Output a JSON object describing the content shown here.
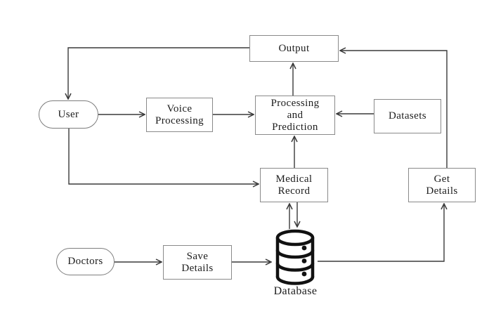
{
  "diagram": {
    "type": "flowchart",
    "colors": {
      "background": "#ffffff",
      "line": "#3a3a3a",
      "box_border": "#8a8a8a",
      "oval_border": "#7d7d7d",
      "text": "#1c1c1c",
      "database_icon": "#111111"
    },
    "nodes": {
      "output": {
        "label": "Output"
      },
      "user": {
        "label": "User"
      },
      "voice_processing": {
        "lines": [
          "Voice",
          "Processing"
        ]
      },
      "processing_prediction": {
        "lines": [
          "Processing",
          "and",
          "Prediction"
        ]
      },
      "datasets": {
        "label": "Datasets"
      },
      "medical_record": {
        "lines": [
          "Medical",
          "Record"
        ]
      },
      "get_details": {
        "lines": [
          "Get",
          "Details"
        ]
      },
      "doctors": {
        "label": "Doctors"
      },
      "save_details": {
        "lines": [
          "Save",
          "Details"
        ]
      },
      "database": {
        "label": "Database"
      }
    },
    "edges": [
      {
        "from": "Output",
        "to": "User"
      },
      {
        "from": "User",
        "to": "Voice Processing"
      },
      {
        "from": "Voice Processing",
        "to": "Processing and Prediction"
      },
      {
        "from": "Datasets",
        "to": "Processing and Prediction"
      },
      {
        "from": "Processing and Prediction",
        "to": "Output"
      },
      {
        "from": "Medical Record",
        "to": "Processing and Prediction"
      },
      {
        "from": "User",
        "to": "Medical Record"
      },
      {
        "from": "Database",
        "to": "Medical Record"
      },
      {
        "from": "Medical Record",
        "to": "Database"
      },
      {
        "from": "Doctors",
        "to": "Save Details"
      },
      {
        "from": "Save Details",
        "to": "Database"
      },
      {
        "from": "Database",
        "to": "Get Details"
      },
      {
        "from": "Get Details",
        "to": "Output"
      }
    ]
  }
}
